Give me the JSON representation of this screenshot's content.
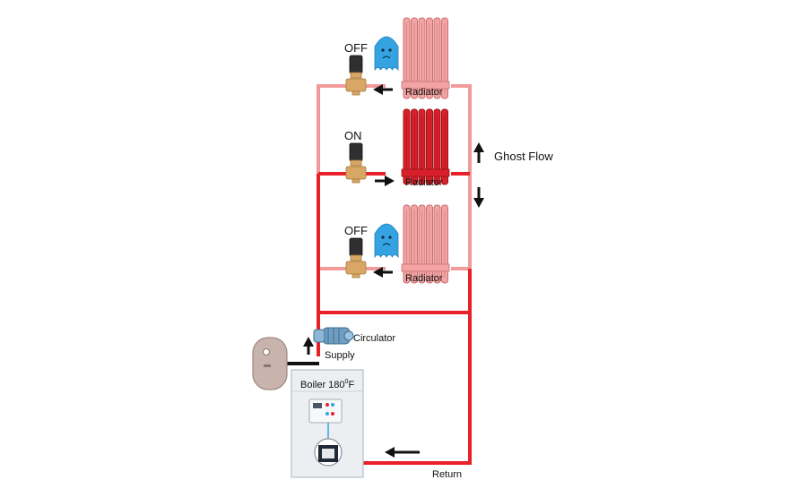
{
  "colors": {
    "hot": "#e8202a",
    "cold": "#f29a9a",
    "radiator_hot": "#d8202a",
    "radiator_cold": "#f2a3a3",
    "ghost": "#35a3e2",
    "boiler": "#eceef1",
    "tank": "#c9b3ad",
    "valve_body": "#d9a765",
    "actuator": "#2f2f2f",
    "circulator": "#6f9ec0"
  },
  "radiators": [
    {
      "label": "Radiator",
      "valve_state": "OFF",
      "flow": "cold",
      "ghost": true,
      "arrow": "left"
    },
    {
      "label": "Radiator",
      "valve_state": "ON",
      "flow": "hot",
      "ghost": false,
      "arrow": "right"
    },
    {
      "label": "Radiator",
      "valve_state": "OFF",
      "flow": "cold",
      "ghost": true,
      "arrow": "left"
    }
  ],
  "ghost_flow": {
    "label": "Ghost Flow"
  },
  "circulator": {
    "label": "Circulator"
  },
  "supply": {
    "label": "Supply"
  },
  "return": {
    "label": "Return"
  },
  "boiler": {
    "label_prefix": "Boiler 180",
    "label_sup": "0",
    "label_suffix": "F"
  }
}
